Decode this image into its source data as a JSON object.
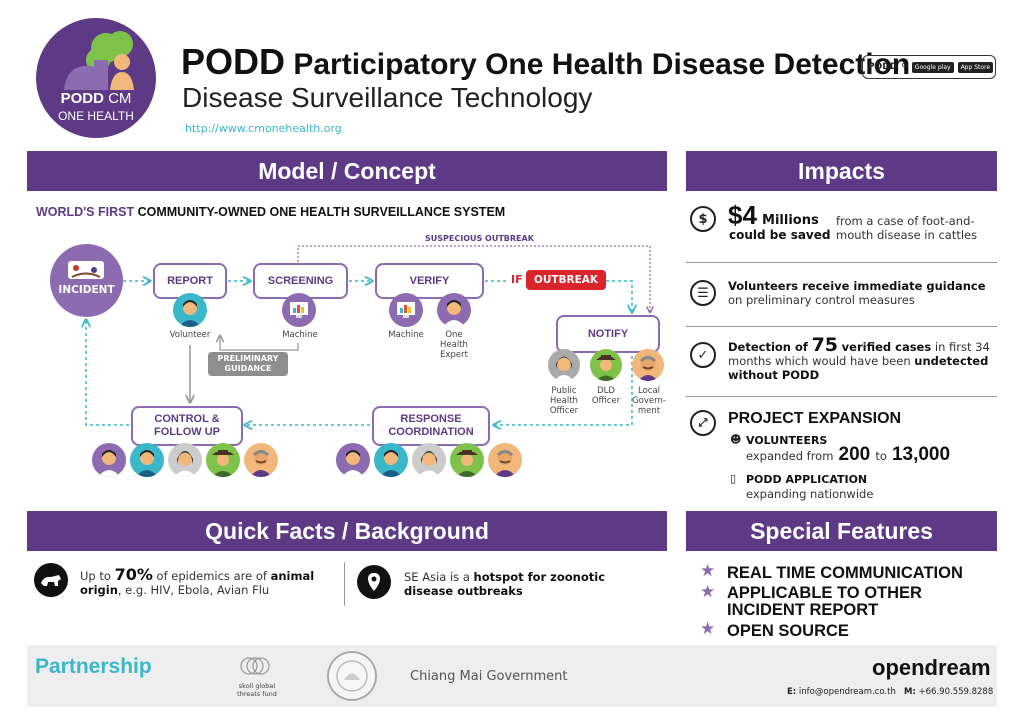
{
  "header": {
    "logo_title": "PODD",
    "logo_cm": "CM",
    "logo_sub": "ONE HEALTH",
    "title_acronym": "PODD",
    "title_full": "Participatory One Health Disease Detection",
    "subtitle": "Disease Surveillance Technology",
    "website": "http://www.cmonehealth.org",
    "store_podd": "PODD",
    "store_google": "Google play",
    "store_apple": "App Store"
  },
  "model": {
    "heading": "Model / Concept",
    "tagline_highlight": "WORLD'S FIRST",
    "tagline_rest": "COMMUNITY-OWNED ONE HEALTH SURVEILLANCE SYSTEM",
    "suspecious_label": "SUSPECIOUS OUTBREAK",
    "if_label": "IF",
    "outbreak_label": "OUTBREAK",
    "nodes": {
      "incident": "INCIDENT",
      "report": "REPORT",
      "screening": "SCREENING",
      "verify": "VERIFY",
      "notify": "NOTIFY",
      "response_1": "RESPONSE",
      "response_2": "COORDINATION",
      "control_1": "CONTROL &",
      "control_2": "FOLLOW UP"
    },
    "captions": {
      "volunteer": "Volunteer",
      "machine_screening": "Machine",
      "machine_verify": "Machine",
      "expert_1": "One",
      "expert_2": "Health",
      "expert_3": "Expert",
      "pho_1": "Public",
      "pho_2": "Health",
      "pho_3": "Officer",
      "dld_1": "DLD",
      "dld_2": "Officer",
      "local_1": "Local",
      "local_2": "Govern-",
      "local_3": "ment"
    },
    "guidance_1": "PRELIMINARY",
    "guidance_2": "GUIDANCE"
  },
  "impacts": {
    "heading": "Impacts",
    "i1_amount": "$4",
    "i1_unit": "Millions",
    "i1_saved": "could be saved",
    "i1_desc_1": "from a case of foot-and-",
    "i1_desc_2": "mouth disease in cattles",
    "i2_bold": "Volunteers receive immediate guidance",
    "i2_rest": "on preliminary control measures",
    "i3_pre": "Detection of",
    "i3_num": "75",
    "i3_mid": "verified cases",
    "i3_tail": "in first 34",
    "i3_line2": "months which would have been",
    "i3_undetected": "undetected",
    "i3_line3": "without PODD",
    "expansion_title": "PROJECT EXPANSION",
    "vol_label": "VOLUNTEERS",
    "vol_expanded": "expanded from",
    "vol_from": "200",
    "vol_to_word": "to",
    "vol_to": "13,000",
    "app_label": "PODD APPLICATION",
    "app_desc": "expanding nationwide"
  },
  "quick_facts": {
    "heading": "Quick Facts / Background",
    "f1_pre": "Up to",
    "f1_pct": "70%",
    "f1_mid": "of epidemics are of",
    "f1_bold": "animal",
    "f1_bold2": "origin",
    "f1_tail": ", e.g. HIV, Ebola, Avian Flu",
    "f2_pre": "SE Asia is a",
    "f2_bold1": "hotspot for zoonotic",
    "f2_bold2": "disease outbreaks"
  },
  "special": {
    "heading": "Special Features",
    "items": [
      "REAL TIME COMMUNICATION",
      "APPLICABLE TO OTHER",
      "INCIDENT REPORT",
      "OPEN SOURCE"
    ]
  },
  "footer": {
    "partnership": "Partnership",
    "skoll_1": "skoll global",
    "skoll_2": "threats fund",
    "gov": "Chiang Mai Government",
    "opendream": "opendream",
    "email_label": "E:",
    "email": "info@opendream.co.th",
    "mobile_label": "M:",
    "mobile": "+66.90.559.8288"
  },
  "colors": {
    "purple": "#5e3a86",
    "teal": "#3ab7c9",
    "red": "#d9242b"
  }
}
